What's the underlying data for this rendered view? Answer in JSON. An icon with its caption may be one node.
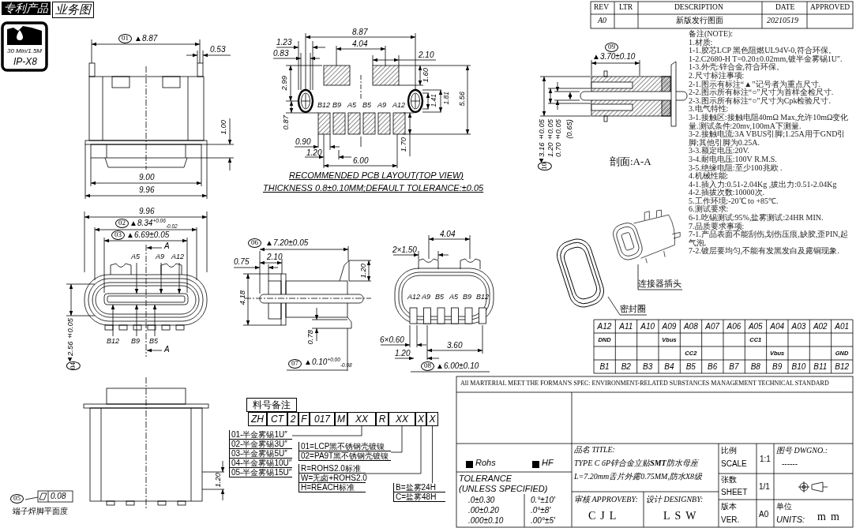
{
  "diagram": {
    "nodes": [
      {
        "text": [
          "料号备注"
        ]
      },
      {
        "text": [
          "ZH"
        ]
      },
      {
        "text": [
          "CT"
        ]
      },
      {
        "text": [
          "2"
        ]
      },
      {
        "text": [
          "F"
        ]
      },
      {
        "text": [
          "017"
        ]
      },
      {
        "text": [
          "M"
        ]
      },
      {
        "text": [
          "XX"
        ]
      },
      {
        "text": [
          "R"
        ]
      },
      {
        "text": [
          "XX"
        ]
      },
      {
        "text": [
          "X"
        ]
      },
      {
        "text": [
          "X"
        ]
      },
      {
        "text": [
          "01-半金雾锡1U″",
          "02-半金雾锡3U″",
          "03-半金雾锡5U″",
          "04-半金雾锡10U″",
          "05-半金雾锡15U″"
        ]
      },
      {
        "text": [
          "01=LCP黑不锈钢壳镀镍",
          "02=PA9T黑不锈钢壳镀镍"
        ]
      },
      {
        "text": [
          "R=ROHS2.0标准",
          "W=无卤+ROHS2.0",
          "H=REACH标准"
        ]
      },
      {
        "text": [
          "B=盐雾24H",
          "C=盐雾48H"
        ]
      },
      {
        "text": [
          "连接器插头"
        ]
      },
      {
        "text": [],
        "shape": "picture"
      },
      {
        "text": [
          "密封圈"
        ]
      },
      {
        "text": [],
        "shape": "picture"
      }
    ],
    "edges": [
      {
        "from": 7,
        "to": 12,
        "arrow": "none"
      },
      {
        "from": 9,
        "to": 13,
        "arrow": "none"
      },
      {
        "from": 10,
        "to": 14,
        "arrow": "none"
      },
      {
        "from": 11,
        "to": 15,
        "arrow": "none"
      },
      {
        "from": 16,
        "to": 19,
        "arrow": "none"
      },
      {
        "from": 18,
        "to": 17,
        "arrow": "none"
      }
    ],
    "labels": [
      "专利产品",
      "业务图",
      "30 Min/1.5M",
      "IP-X8",
      "01",
      "▲8.87",
      "0.53",
      "1.00",
      "9.00",
      "9.96",
      "1.23",
      "0.83",
      "8.87",
      "4.04",
      "2.10",
      "2.99",
      "1.60",
      "B12",
      "B9",
      "A5",
      "B5",
      "A9",
      "A12",
      "1.41",
      "1.81",
      "5.56",
      "0.87",
      "0.90",
      "1.20",
      "6.00",
      "1.70",
      "RECOMMENDED PCB LAYOUT(TOP VIEW)",
      "THICKNESS 0.8±0.10MM;DEFAULT TOLERANCE:±0.05",
      "REV",
      "LTR",
      "DESCRIPTION",
      "DATE",
      "APPROVED",
      "A0",
      "新版发行图面",
      "20210519",
      "09",
      "▲3.70±0.10",
      "10",
      "▲3.16±0.05",
      "1.20±0.05",
      "0.70±0.05",
      "(0.65)",
      "剖面:A-A",
      "备注(NOTE):",
      "1.材质:",
      "1-1.胶芯LCP 黑色阻燃UL94V-0,符合环保。",
      "1-2.C2680-H T=0.20±0.02mm,镀半金雾锡1U″.",
      "1-3.外壳:锌合金,符合环保。",
      "2.尺寸标注事项:",
      "2-1.图示有标注“▲”记号者为重点尺寸.",
      "2-2.图示所有标注“○”尺寸为首样全检尺寸.",
      "2-3.图示所有标注“○”尺寸为Cpk检验尺寸.",
      "3.电气特性:",
      "3-1.接触区:接触电阻40mΩ Max,允许10mΩ变化量.测试条件:20mv,100mA下测量.",
      "3-2.接触电流:3A VBUS引脚;1.25A用于GND引脚;其他引脚为0.25A.",
      "3-3.额定电压:20V.",
      "3-4.耐电电压:100V R.M.S.",
      "3-5.绝缘电阻:至少100兆欧 .",
      "4.机械性能:",
      "4-1.插入力:0.51-2.04Kg ,拔出力:0.51-2.04Kg",
      "4-2.插拔次数:10000次.",
      "5.工作环境:-20℃ to +85℃.",
      "6.测试要求:",
      "6-1.吃锡测试:95%,盐雾测试:24HR MIN.",
      "7.品质要求事项:",
      "7-1.产品表面不能刮伤,划伤压痕,缺胶,歪PIN,起气泡.",
      "7-2.镀层要均匀,不能有发黑发白及露铜现象.",
      "A12",
      "A11",
      "A10",
      "A09",
      "A08",
      "A07",
      "A06",
      "A05",
      "A04",
      "A03",
      "A02",
      "A01",
      "DND",
      "Vbus",
      "CC1",
      "CC2",
      "Vbus",
      "GND",
      "B1",
      "B2",
      "B3",
      "B4",
      "B5",
      "B6",
      "B7",
      "B8",
      "B9",
      "B10",
      "B11",
      "B12",
      "9.96",
      "02",
      "▲8.34$^{+0.06}$$_{-0.02}$",
      "03",
      "▲6.69±0.05",
      "A",
      "A5",
      "A9",
      "A12",
      "B12",
      "B9",
      "B5",
      "A",
      "04",
      "▲2.56±0.05",
      "06",
      "▲7.20±0.05",
      "0.75",
      "2.10",
      "4.18",
      "1.20",
      "0.78",
      "07",
      "▲0.10$^{+0.00}$$_{-0.08}$",
      "2×1.50",
      "4.04",
      "A12",
      "A9",
      "B5",
      "A5",
      "B9",
      "B12",
      "6×0.60",
      "1.20",
      "3.60",
      "08",
      "▲6.00±0.10",
      "05",
      "0.08",
      "端子焊脚平面度",
      "1.20",
      "All MARTERIAL MEET THE FORMAN'S SPEC: ENVIRONMENT-RELATED SUBSTANCES MANAGEMENT TECHNICAL STANDARD",
      "Rohs",
      "HF",
      "TOLERANCE",
      "(UNLESS SPECIFIED)",
      ".0±0.30",
      ".00±0.20",
      ".000±0.10",
      "0.°±10′",
      ".0°±8′",
      ".00°±5′",
      "品名 TITLE:",
      "TYPE C 6P锌合金立贴**SMT**防水母座",
      "L=7.20mm舌片外露0.75MM,防水X8级",
      "比例",
      "SCALE",
      "1:1",
      "图号 DWGNO.:",
      "------",
      "张数",
      "SHEET",
      "1/1",
      "审核 APPROVEBY:",
      "CJL",
      "设计 DESIGNBY:",
      "LSW",
      "版本",
      "VER.",
      "A0",
      "单位",
      "UNITS:",
      "mm"
    ]
  }
}
